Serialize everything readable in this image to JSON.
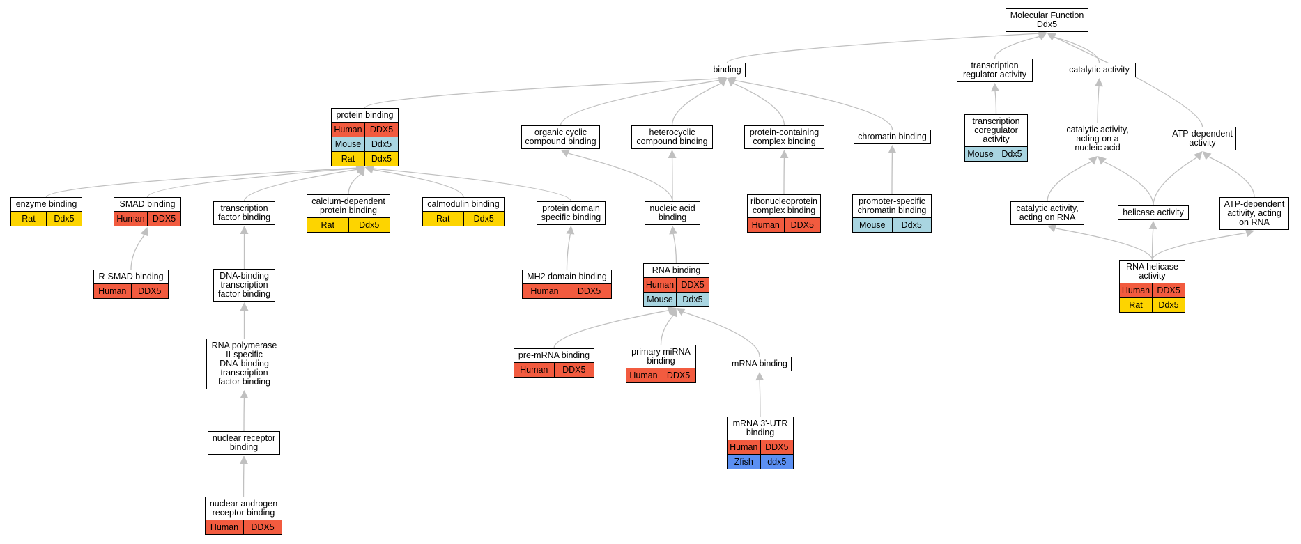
{
  "species_colors": {
    "Human": "#f25b3f",
    "Mouse": "#a9d5e1",
    "Rat": "#fdd400",
    "Zfish": "#5b8ff2"
  },
  "edge_color": "#c0c0c0",
  "nodes": [
    {
      "id": "mf",
      "label": "Molecular Function\nDdx5",
      "annotations": []
    },
    {
      "id": "binding",
      "label": "binding",
      "annotations": []
    },
    {
      "id": "trans_reg",
      "label": "transcription\nregulator activity",
      "annotations": []
    },
    {
      "id": "catalytic",
      "label": "catalytic activity",
      "annotations": []
    },
    {
      "id": "protein_binding",
      "label": "protein binding",
      "annotations": [
        {
          "species": "Human",
          "gene": "DDX5"
        },
        {
          "species": "Mouse",
          "gene": "Ddx5"
        },
        {
          "species": "Rat",
          "gene": "Ddx5"
        }
      ]
    },
    {
      "id": "org_cyclic",
      "label": "organic cyclic\ncompound binding",
      "annotations": []
    },
    {
      "id": "heterocyclic",
      "label": "heterocyclic\ncompound binding",
      "annotations": []
    },
    {
      "id": "prot_complex",
      "label": "protein-containing\ncomplex binding",
      "annotations": []
    },
    {
      "id": "chromatin",
      "label": "chromatin binding",
      "annotations": []
    },
    {
      "id": "trans_coreg",
      "label": "transcription\ncoregulator\nactivity",
      "annotations": [
        {
          "species": "Mouse",
          "gene": "Ddx5"
        }
      ]
    },
    {
      "id": "cat_nucleic",
      "label": "catalytic activity,\nacting on a\nnucleic acid",
      "annotations": []
    },
    {
      "id": "atp_dep",
      "label": "ATP-dependent\nactivity",
      "annotations": []
    },
    {
      "id": "enzyme",
      "label": "enzyme binding",
      "annotations": [
        {
          "species": "Rat",
          "gene": "Ddx5"
        }
      ]
    },
    {
      "id": "smad",
      "label": "SMAD binding",
      "annotations": [
        {
          "species": "Human",
          "gene": "DDX5"
        }
      ]
    },
    {
      "id": "tf_binding",
      "label": "transcription\nfactor binding",
      "annotations": []
    },
    {
      "id": "calcium",
      "label": "calcium-dependent\nprotein binding",
      "annotations": [
        {
          "species": "Rat",
          "gene": "Ddx5"
        }
      ]
    },
    {
      "id": "calmodulin",
      "label": "calmodulin binding",
      "annotations": [
        {
          "species": "Rat",
          "gene": "Ddx5"
        }
      ]
    },
    {
      "id": "prot_domain",
      "label": "protein domain\nspecific binding",
      "annotations": []
    },
    {
      "id": "nucleic_acid",
      "label": "nucleic acid\nbinding",
      "annotations": []
    },
    {
      "id": "ribonucleo",
      "label": "ribonucleoprotein\ncomplex binding",
      "annotations": [
        {
          "species": "Human",
          "gene": "DDX5"
        }
      ]
    },
    {
      "id": "promoter",
      "label": "promoter-specific\nchromatin binding",
      "annotations": [
        {
          "species": "Mouse",
          "gene": "Ddx5"
        }
      ]
    },
    {
      "id": "cat_rna",
      "label": "catalytic activity,\nacting on RNA",
      "annotations": []
    },
    {
      "id": "helicase",
      "label": "helicase activity",
      "annotations": []
    },
    {
      "id": "atp_rna",
      "label": "ATP-dependent\nactivity, acting\non RNA",
      "annotations": []
    },
    {
      "id": "rsmad",
      "label": "R-SMAD binding",
      "annotations": [
        {
          "species": "Human",
          "gene": "DDX5"
        }
      ]
    },
    {
      "id": "dna_tf",
      "label": "DNA-binding\ntranscription\nfactor binding",
      "annotations": []
    },
    {
      "id": "mh2",
      "label": "MH2 domain binding",
      "annotations": [
        {
          "species": "Human",
          "gene": "DDX5"
        }
      ]
    },
    {
      "id": "rna_binding",
      "label": "RNA binding",
      "annotations": [
        {
          "species": "Human",
          "gene": "DDX5"
        },
        {
          "species": "Mouse",
          "gene": "Ddx5"
        }
      ]
    },
    {
      "id": "rna_helicase",
      "label": "RNA helicase\nactivity",
      "annotations": [
        {
          "species": "Human",
          "gene": "DDX5"
        },
        {
          "species": "Rat",
          "gene": "Ddx5"
        }
      ]
    },
    {
      "id": "rnapol",
      "label": "RNA polymerase\nII-specific\nDNA-binding\ntranscription\nfactor binding",
      "annotations": []
    },
    {
      "id": "pre_mrna",
      "label": "pre-mRNA binding",
      "annotations": [
        {
          "species": "Human",
          "gene": "DDX5"
        }
      ]
    },
    {
      "id": "pri_mirna",
      "label": "primary miRNA\nbinding",
      "annotations": [
        {
          "species": "Human",
          "gene": "DDX5"
        }
      ]
    },
    {
      "id": "mrna",
      "label": "mRNA binding",
      "annotations": []
    },
    {
      "id": "nuc_receptor",
      "label": "nuclear receptor\nbinding",
      "annotations": []
    },
    {
      "id": "mrna3utr",
      "label": "mRNA 3'-UTR\nbinding",
      "annotations": [
        {
          "species": "Human",
          "gene": "DDX5"
        },
        {
          "species": "Zfish",
          "gene": "ddx5"
        }
      ]
    },
    {
      "id": "androgen",
      "label": "nuclear androgen\nreceptor binding",
      "annotations": [
        {
          "species": "Human",
          "gene": "DDX5"
        }
      ]
    }
  ],
  "edges": [
    [
      "binding",
      "mf"
    ],
    [
      "trans_reg",
      "mf"
    ],
    [
      "catalytic",
      "mf"
    ],
    [
      "atp_dep",
      "mf"
    ],
    [
      "protein_binding",
      "binding"
    ],
    [
      "org_cyclic",
      "binding"
    ],
    [
      "heterocyclic",
      "binding"
    ],
    [
      "prot_complex",
      "binding"
    ],
    [
      "chromatin",
      "binding"
    ],
    [
      "trans_coreg",
      "trans_reg"
    ],
    [
      "cat_nucleic",
      "catalytic"
    ],
    [
      "enzyme",
      "protein_binding"
    ],
    [
      "smad",
      "protein_binding"
    ],
    [
      "tf_binding",
      "protein_binding"
    ],
    [
      "calcium",
      "protein_binding"
    ],
    [
      "calmodulin",
      "protein_binding"
    ],
    [
      "prot_domain",
      "protein_binding"
    ],
    [
      "nucleic_acid",
      "org_cyclic"
    ],
    [
      "nucleic_acid",
      "heterocyclic"
    ],
    [
      "ribonucleo",
      "prot_complex"
    ],
    [
      "promoter",
      "chromatin"
    ],
    [
      "cat_rna",
      "cat_nucleic"
    ],
    [
      "helicase",
      "cat_nucleic"
    ],
    [
      "helicase",
      "atp_dep"
    ],
    [
      "atp_rna",
      "atp_dep"
    ],
    [
      "rsmad",
      "smad"
    ],
    [
      "dna_tf",
      "tf_binding"
    ],
    [
      "rnapol",
      "dna_tf"
    ],
    [
      "nuc_receptor",
      "rnapol"
    ],
    [
      "androgen",
      "nuc_receptor"
    ],
    [
      "mh2",
      "prot_domain"
    ],
    [
      "rna_binding",
      "nucleic_acid"
    ],
    [
      "pre_mrna",
      "rna_binding"
    ],
    [
      "pri_mirna",
      "rna_binding"
    ],
    [
      "mrna",
      "rna_binding"
    ],
    [
      "mrna3utr",
      "mrna"
    ],
    [
      "rna_helicase",
      "cat_rna"
    ],
    [
      "rna_helicase",
      "helicase"
    ],
    [
      "rna_helicase",
      "atp_rna"
    ]
  ]
}
